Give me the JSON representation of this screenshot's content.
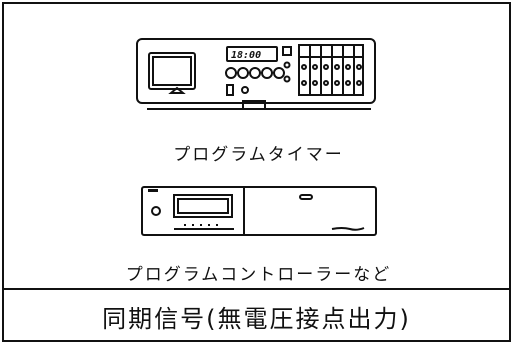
{
  "devices": [
    {
      "icon": "program-timer-icon",
      "display_text": "18:00",
      "label": "プログラムタイマー"
    },
    {
      "icon": "program-controller-icon",
      "label": "プログラムコントローラーなど"
    }
  ],
  "footer": {
    "text": "同期信号(無電圧接点出力)"
  }
}
